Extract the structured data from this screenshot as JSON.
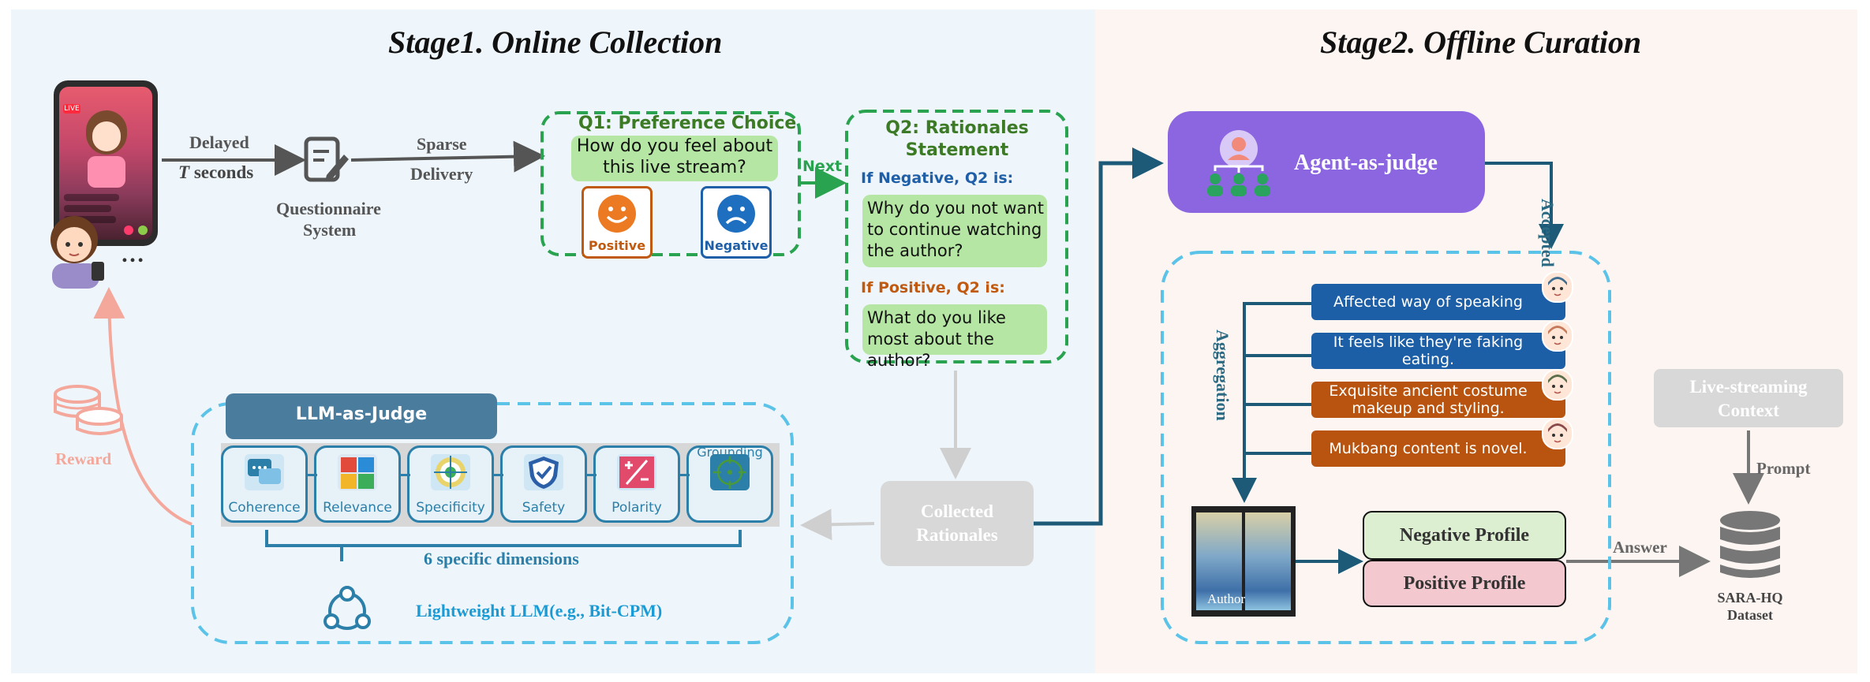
{
  "stage1": {
    "title": "Stage1. Online Collection",
    "delayed_label": "Delayed",
    "t_seconds_label": "T seconds",
    "questionnaire_label_line1": "Questionnaire",
    "questionnaire_label_line2": "System",
    "sparse_label": "Sparse",
    "delivery_label": "Delivery",
    "ellipsis": "…",
    "phone_badge": "LIVE",
    "q1": {
      "title": "Q1: Preference Choice",
      "question": "How do you feel about this live stream?",
      "positive_label": "Positive",
      "negative_label": "Negative",
      "positive_color": "#c05a10",
      "negative_color": "#1f5fa8"
    },
    "next_label": "Next",
    "q2": {
      "title_line1": "Q2:  Rationales",
      "title_line2": "Statement",
      "if_negative": "If Negative, Q2 is:",
      "negative_question": "Why do you not want to continue watching the author?",
      "if_positive": "If Positive, Q2 is:",
      "positive_question": "What do you like most about the author?"
    },
    "collected_line1": "Collected",
    "collected_line2": "Rationales",
    "reward_label": "Reward",
    "llm_judge": {
      "title": "LLM-as-Judge",
      "dimensions": [
        {
          "label": "Coherence",
          "icon": "speech-bubbles-icon"
        },
        {
          "label": "Relevance",
          "icon": "puzzle-icon"
        },
        {
          "label": "Specificity",
          "icon": "target-icon"
        },
        {
          "label": "Safety",
          "icon": "shield-check-icon"
        },
        {
          "label": "Polarity",
          "icon": "plus-minus-icon"
        },
        {
          "label": "Grounding",
          "icon": "crosshair-icon"
        }
      ],
      "dimensions_caption": "6  specific dimensions",
      "lightweight_label": "Lightweight LLM(e.g., Bit-CPM)"
    }
  },
  "stage2": {
    "title": "Stage2. Offline Curation",
    "agent_judge_label": "Agent-as-judge",
    "accepted_label": "Accepted",
    "aggregation_label": "Aggregation",
    "comments": [
      {
        "text": "Affected way of speaking",
        "color": "#1d5fa6"
      },
      {
        "text": "It feels like they're faking eating.",
        "color": "#1d5fa6"
      },
      {
        "text": "Exquisite ancient costume makeup and styling.",
        "color": "#b85410"
      },
      {
        "text": "Mukbang content is novel.",
        "color": "#b85410"
      }
    ],
    "author_label": "Author",
    "negative_profile": "Negative Profile",
    "positive_profile": "Positive Profile",
    "answer_label": "Answer",
    "context_line1": "Live-streaming",
    "context_line2": "Context",
    "prompt_label": "Prompt",
    "dataset_line1": "SARA-HQ",
    "dataset_line2": "Dataset"
  },
  "colors": {
    "left_panel": "#eef6fb",
    "right_panel": "#fcf5f2",
    "dashed_green": "#2aa350",
    "dashed_blue": "#5bc2e8",
    "agent_purple": "#8b66e0",
    "llm_header": "#4a7c9e",
    "collected_gray": "#d8d8d8",
    "arrow_teal": "#1c5a78",
    "reward_pink": "#f4a79b"
  }
}
